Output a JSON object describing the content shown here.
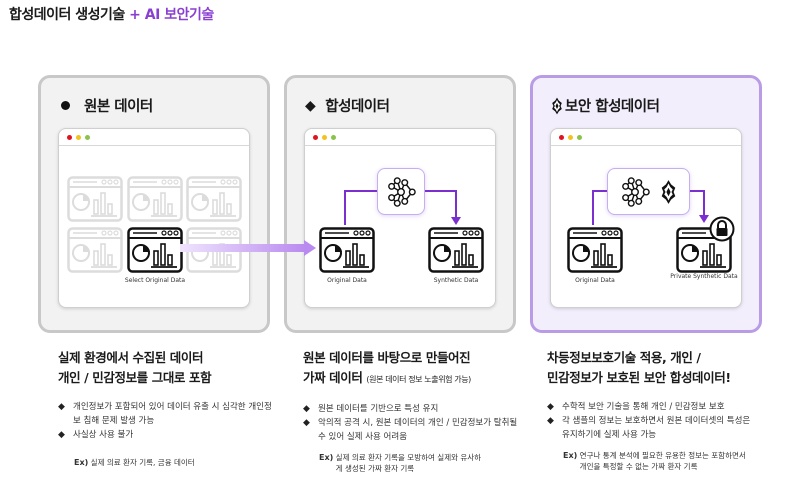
{
  "title": {
    "main": "합성데이터 생성기술",
    "accent": "+ AI 보안기술"
  },
  "colors": {
    "accent": "#8a3fd1",
    "panel_border": "#c8c8c8",
    "secure_border": "#b99be6"
  },
  "panels": [
    {
      "title": "원본 데이터",
      "icon": "bullet-circle-icon",
      "caption": "Select Original Data",
      "heading": [
        "실제 환경에서 수집된 데이터",
        "개인 / 민감정보를 그대로 포함"
      ],
      "bullets": [
        "개인정보가 포함되어 있어 데이터 유출 시 심각한 개인정보 침해 문제 발생 가능",
        "사실상 사용 불가"
      ],
      "ex_label": "Ex)",
      "ex_text": "실제 의료 환자 기록, 금융 데이터"
    },
    {
      "title": "합성데이터",
      "icon": "diamond-icon",
      "caption_left": "Original Data",
      "caption_right": "Synthetic Data",
      "heading": [
        "원본 데이터를 바탕으로 만들어진",
        "가짜 데이터"
      ],
      "heading_note": "(원본 데이터 정보 노출위험 가능)",
      "bullets": [
        "원본 데이터를 기반으로 특성 유지",
        "악의적 공격 시, 원본 데이터의 개인 / 민감정보가 탈취될 수 있어 실제 사용 어려움"
      ],
      "ex_label": "Ex)",
      "ex_text": "실제 의료 환자 기록을 모방하여 실제와 유사하게 생성된 가짜 환자 기록"
    },
    {
      "title": "보안 합성데이터",
      "icon": "security-shield-icon",
      "caption_left": "Original Data",
      "caption_right": "Private Synthetic Data",
      "heading": [
        "차등정보보호기술 적용, 개인 /",
        "민감정보가 보호된 보안 합성데이터!"
      ],
      "bullets": [
        "수학적 보안 기술을 통해 개인 / 민감정보 보호",
        "각 샘플의 정보는 보호하면서 원본 데이터셋의 특성은 유지하기에 실제 사용 가능"
      ],
      "ex_label": "Ex)",
      "ex_text": "연구나 통계 분석에 필요한 유용한 정보는 포함하면서 개인을 특정할 수 없는 가짜 환자 기록"
    }
  ]
}
